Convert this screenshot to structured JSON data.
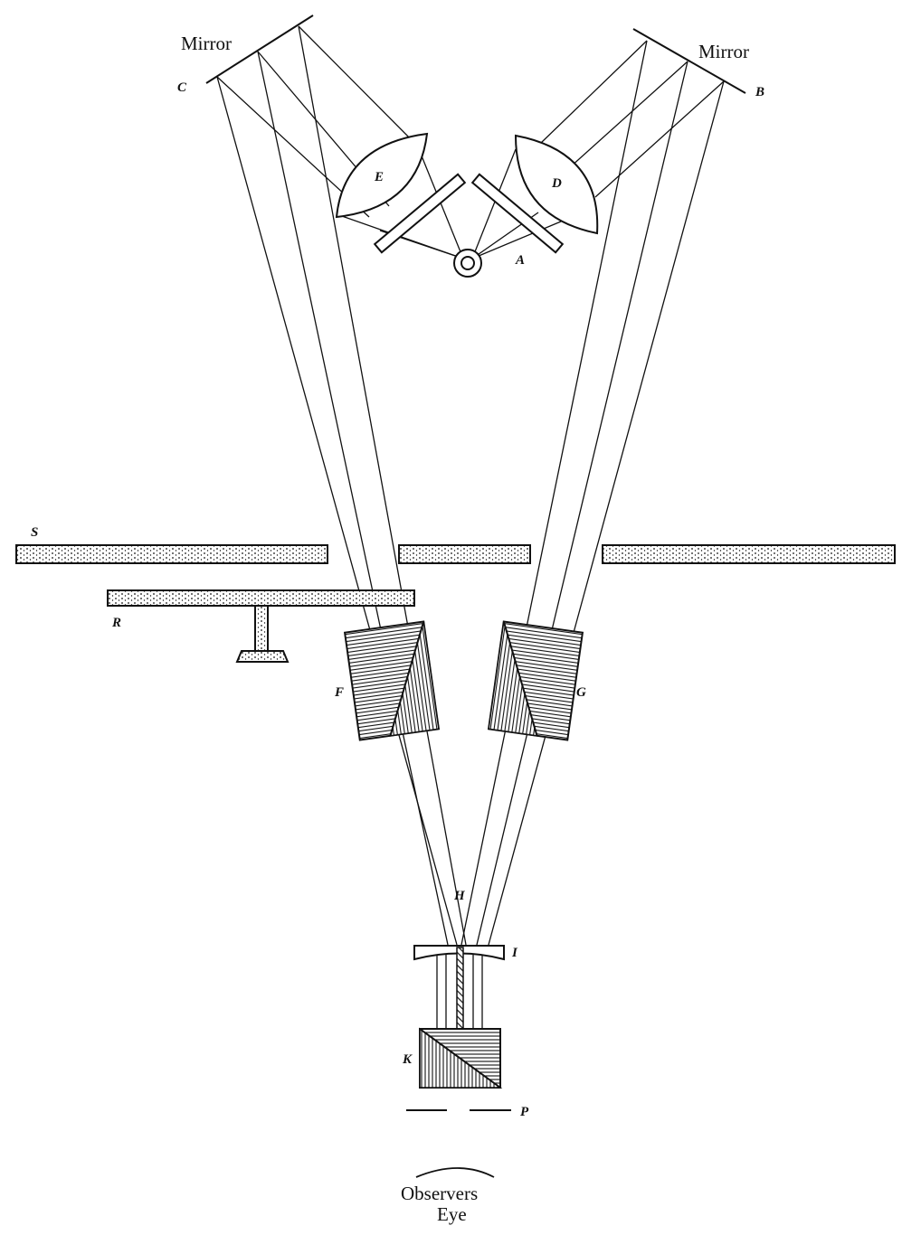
{
  "labels": {
    "mirror_left": "Mirror",
    "mirror_right": "Mirror",
    "c": "C",
    "b": "B",
    "e": "E",
    "d": "D",
    "a": "A",
    "s": "S",
    "r": "R",
    "f": "F",
    "g": "G",
    "h": "H",
    "i": "I",
    "k": "K",
    "p": "P",
    "observers": "Observers",
    "eye": "Eye"
  },
  "colors": {
    "ink": "#111111",
    "paper": "#ffffff"
  }
}
